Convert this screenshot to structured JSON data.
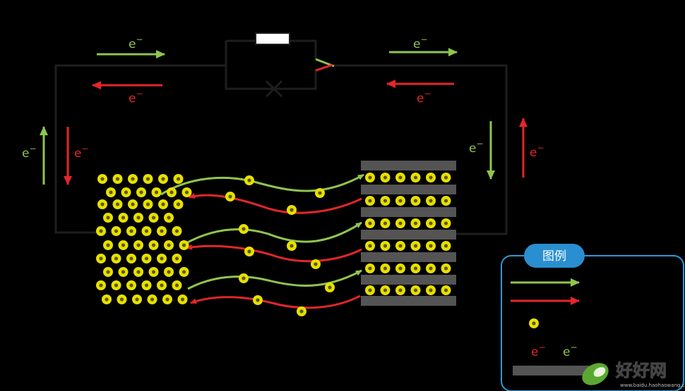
{
  "diagram": {
    "electron_label": "e",
    "electron_superscript": "−",
    "legend": {
      "title": "图例"
    },
    "watermark": {
      "brand": "好好网",
      "domain": "www.baidu.haohaowang.com"
    },
    "colors": {
      "background": "#000000",
      "wire": "#1e1e1e",
      "green": "#8fc550",
      "red": "#e3262a",
      "ion_fill": "#e8e000",
      "ion_ring": "#5a5a00",
      "plate": "#545454",
      "legend_border": "#2c9ad8",
      "legend_title_bg": "#2a8fd0"
    }
  }
}
